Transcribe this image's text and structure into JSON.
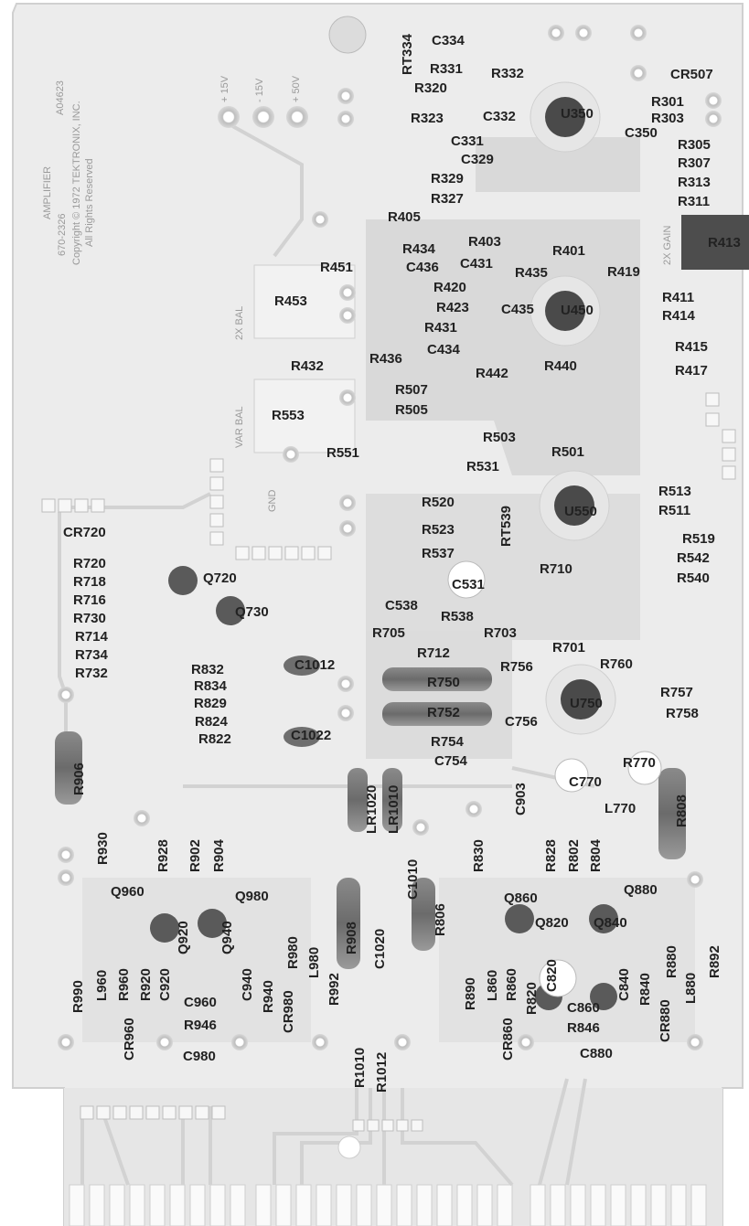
{
  "board": {
    "silkscreen": {
      "title": "AMPLIFIER",
      "part_number": "670-2326",
      "board_code": "A04623",
      "copyright_line1": "Copyright © 1972 TEKTRONIX, INC.",
      "copyright_line2": "All Rights Reserved",
      "supply_plus": "+ 15V",
      "supply_minus": "- 15V",
      "supply_minus2": "+ 50V",
      "bal2x": "2X BAL",
      "varbal": "VAR BAL",
      "gnd": "GND",
      "gain2x": "2X GAIN"
    },
    "labels": {
      "rt334": "RT334",
      "c334": "C334",
      "r331": "R331",
      "r332": "R332",
      "r320": "R320",
      "cr507": "CR507",
      "r323": "R323",
      "c332": "C332",
      "u350": "U350",
      "r301": "R301",
      "r303": "R303",
      "c350": "C350",
      "c331": "C331",
      "r305": "R305",
      "c329": "C329",
      "r307": "R307",
      "r329": "R329",
      "r313": "R313",
      "r327": "R327",
      "r311": "R311",
      "r405": "R405",
      "r434": "R434",
      "r403": "R403",
      "r401": "R401",
      "r413": "R413",
      "r451": "R451",
      "c436": "C436",
      "c431": "C431",
      "r435": "R435",
      "r419": "R419",
      "r453": "R453",
      "r420": "R420",
      "r411": "R411",
      "r423": "R423",
      "c435": "C435",
      "u450": "U450",
      "r414": "R414",
      "r431": "R431",
      "c434": "C434",
      "r415": "R415",
      "r432": "R432",
      "r436": "R436",
      "r442": "R442",
      "r440": "R440",
      "r417": "R417",
      "r507": "R507",
      "r553": "R553",
      "r505": "R505",
      "r503": "R503",
      "r551": "R551",
      "r501": "R501",
      "r531": "R531",
      "r513": "R513",
      "r520": "R520",
      "u550": "U550",
      "r511": "R511",
      "rt539": "RT539",
      "r523": "R523",
      "r519": "R519",
      "cr720": "CR720",
      "r537": "R537",
      "r542": "R542",
      "r720": "R720",
      "r710": "R710",
      "r540": "R540",
      "r718": "R718",
      "q720": "Q720",
      "c531": "C531",
      "r716": "R716",
      "c538": "C538",
      "q730": "Q730",
      "r730": "R730",
      "r538": "R538",
      "r714": "R714",
      "r705": "R705",
      "r703": "R703",
      "r734": "R734",
      "r712": "R712",
      "r701": "R701",
      "r732": "R732",
      "r832": "R832",
      "c1012": "C1012",
      "r756": "R756",
      "r760": "R760",
      "r834": "R834",
      "r750": "R750",
      "r829": "R829",
      "r757": "R757",
      "r752": "R752",
      "u750": "U750",
      "r824": "R824",
      "r758": "R758",
      "r822": "R822",
      "c1022": "C1022",
      "c756": "C756",
      "r754": "R754",
      "r906": "R906",
      "c754": "C754",
      "r770": "R770",
      "lr1020": "LR1020",
      "lr1010": "LR1010",
      "c903": "C903",
      "c770": "C770",
      "r808": "R808",
      "l770": "L770",
      "r930": "R930",
      "r928": "R928",
      "r902": "R902",
      "r904": "R904",
      "r830": "R830",
      "r828": "R828",
      "r802": "R802",
      "r804": "R804",
      "c1010": "C1010",
      "q960": "Q960",
      "q980": "Q980",
      "q860": "Q860",
      "q880": "Q880",
      "q920": "Q920",
      "q940": "Q940",
      "r908": "R908",
      "c1020": "C1020",
      "r806": "R806",
      "q820": "Q820",
      "q840": "Q840",
      "r990": "R990",
      "l960": "L960",
      "r960": "R960",
      "r920": "R920",
      "c920": "C920",
      "r980": "R980",
      "l980": "L980",
      "r992": "R992",
      "r890": "R890",
      "l860": "L860",
      "r860": "R860",
      "r820": "R820",
      "c820": "C820",
      "c840": "C840",
      "r840": "R840",
      "r880": "R880",
      "l880": "L880",
      "r892": "R892",
      "c960": "C960",
      "c940": "C940",
      "r940": "R940",
      "cr960": "CR960",
      "cr980": "CR980",
      "cr860": "CR860",
      "c860": "C860",
      "cr880": "CR880",
      "r946": "R946",
      "r846": "R846",
      "c980": "C980",
      "c880": "C880",
      "r1010": "R1010",
      "r1012": "R1012"
    }
  }
}
